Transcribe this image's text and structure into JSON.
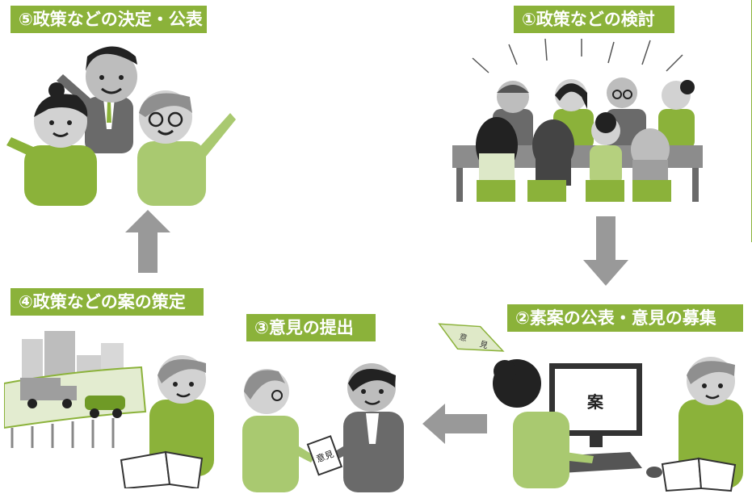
{
  "steps": {
    "step1": "①政策などの検討",
    "step2": "②素案の公表・意見の募集",
    "step3": "③意見の提出",
    "step4": "④政策などの案の策定",
    "step5": "⑤政策などの決定・公表"
  },
  "illustration_text": {
    "screen_word": "案",
    "flying_paper_word1": "意",
    "flying_paper_word2": "見",
    "handed_paper_word": "意見"
  },
  "colors": {
    "label_bg": "#8bb23a",
    "arrow": "#999999",
    "green_shirt": "#8bb23a",
    "gray_suit": "#6a6a6a"
  }
}
